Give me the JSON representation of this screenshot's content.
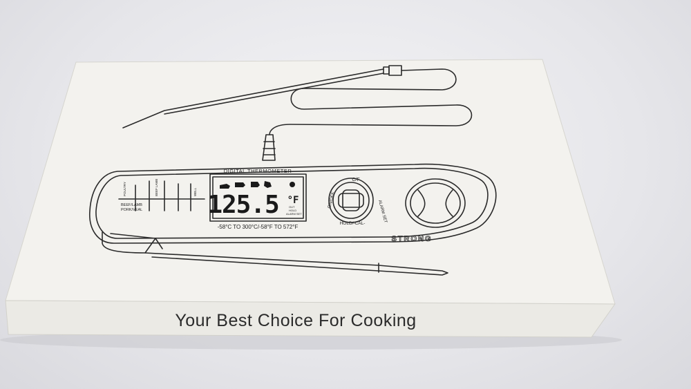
{
  "box": {
    "tagline": "Your Best Choice For Cooking"
  },
  "device": {
    "header": "DIGITAL THERMOMETER",
    "reading": "125.5",
    "unit": "°F",
    "range": "-58°C TO 300°C/-58°F TO 572°F",
    "brand": "STRONG",
    "mode_labels": [
      "C/F",
      "ALARM SET",
      "HOLD/-CAL-",
      "ON/OFF"
    ],
    "status_labels": [
      "OUT",
      "HOLD",
      "ALARM SET"
    ],
    "side_labels": [
      "BEEF/LAMB",
      "PORK/VEAL",
      "POULTRY",
      "BEEF LAMB",
      "WELL"
    ]
  },
  "colors": {
    "box_face": "#f3f2ee",
    "box_side": "#ebeae5",
    "line_art": "#2a2a2a",
    "tagline": "#2b2b2b"
  }
}
